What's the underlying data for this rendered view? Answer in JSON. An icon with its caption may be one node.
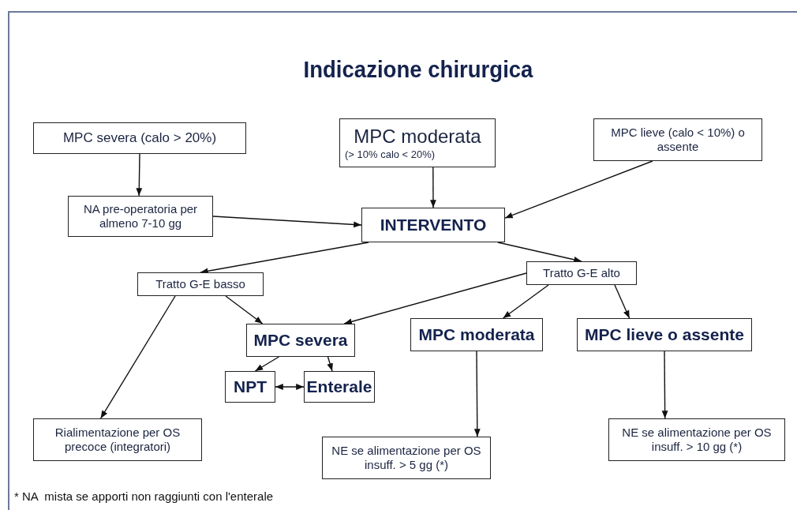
{
  "diagram": {
    "title": "Indicazione chirurgica",
    "nodes": [
      {
        "text": [
          "MPC severa (calo > 20%)"
        ]
      },
      {
        "text": [
          "MPC moderata",
          "(> 10% calo < 20%)"
        ]
      },
      {
        "text": [
          "MPC lieve (calo < 10%) o assente"
        ]
      },
      {
        "text": [
          "NA pre-operatoria per almeno 7-10 gg"
        ]
      },
      {
        "text": [
          "INTERVENTO"
        ]
      },
      {
        "text": [
          "Tratto G-E basso"
        ]
      },
      {
        "text": [
          "Tratto G-E alto"
        ]
      },
      {
        "text": [
          "MPC severa"
        ]
      },
      {
        "text": [
          "MPC moderata"
        ]
      },
      {
        "text": [
          "MPC lieve o assente"
        ]
      },
      {
        "text": [
          "NPT"
        ]
      },
      {
        "text": [
          "Enterale"
        ]
      },
      {
        "text": [
          "Rialimentazione per OS precoce (integratori)"
        ]
      },
      {
        "text": [
          "NE se alimentazione per OS insuff. > 5 gg (*)"
        ]
      },
      {
        "text": [
          "NE se alimentazione per OS insuff. > 10 gg (*)"
        ]
      }
    ],
    "edges": [
      {
        "from": 0,
        "to": 3,
        "arrow": "to"
      },
      {
        "from": 3,
        "to": 4,
        "arrow": "to"
      },
      {
        "from": 1,
        "to": 4,
        "arrow": "to"
      },
      {
        "from": 2,
        "to": 4,
        "arrow": "to"
      },
      {
        "from": 4,
        "to": 5,
        "arrow": "to"
      },
      {
        "from": 4,
        "to": 6,
        "arrow": "to"
      },
      {
        "from": 5,
        "to": 7,
        "arrow": "to"
      },
      {
        "from": 5,
        "to": 12,
        "arrow": "to"
      },
      {
        "from": 6,
        "to": 7,
        "arrow": "to"
      },
      {
        "from": 6,
        "to": 8,
        "arrow": "to"
      },
      {
        "from": 6,
        "to": 9,
        "arrow": "to"
      },
      {
        "from": 7,
        "to": 10,
        "arrow": "to"
      },
      {
        "from": 7,
        "to": 11,
        "arrow": "to"
      },
      {
        "from": 10,
        "to": 11,
        "arrow": "both"
      },
      {
        "from": 8,
        "to": 13,
        "arrow": "to"
      },
      {
        "from": 9,
        "to": 14,
        "arrow": "to"
      }
    ],
    "labels": [
      "* NA  mista se apporti non raggiunti con l'enterale"
    ]
  }
}
